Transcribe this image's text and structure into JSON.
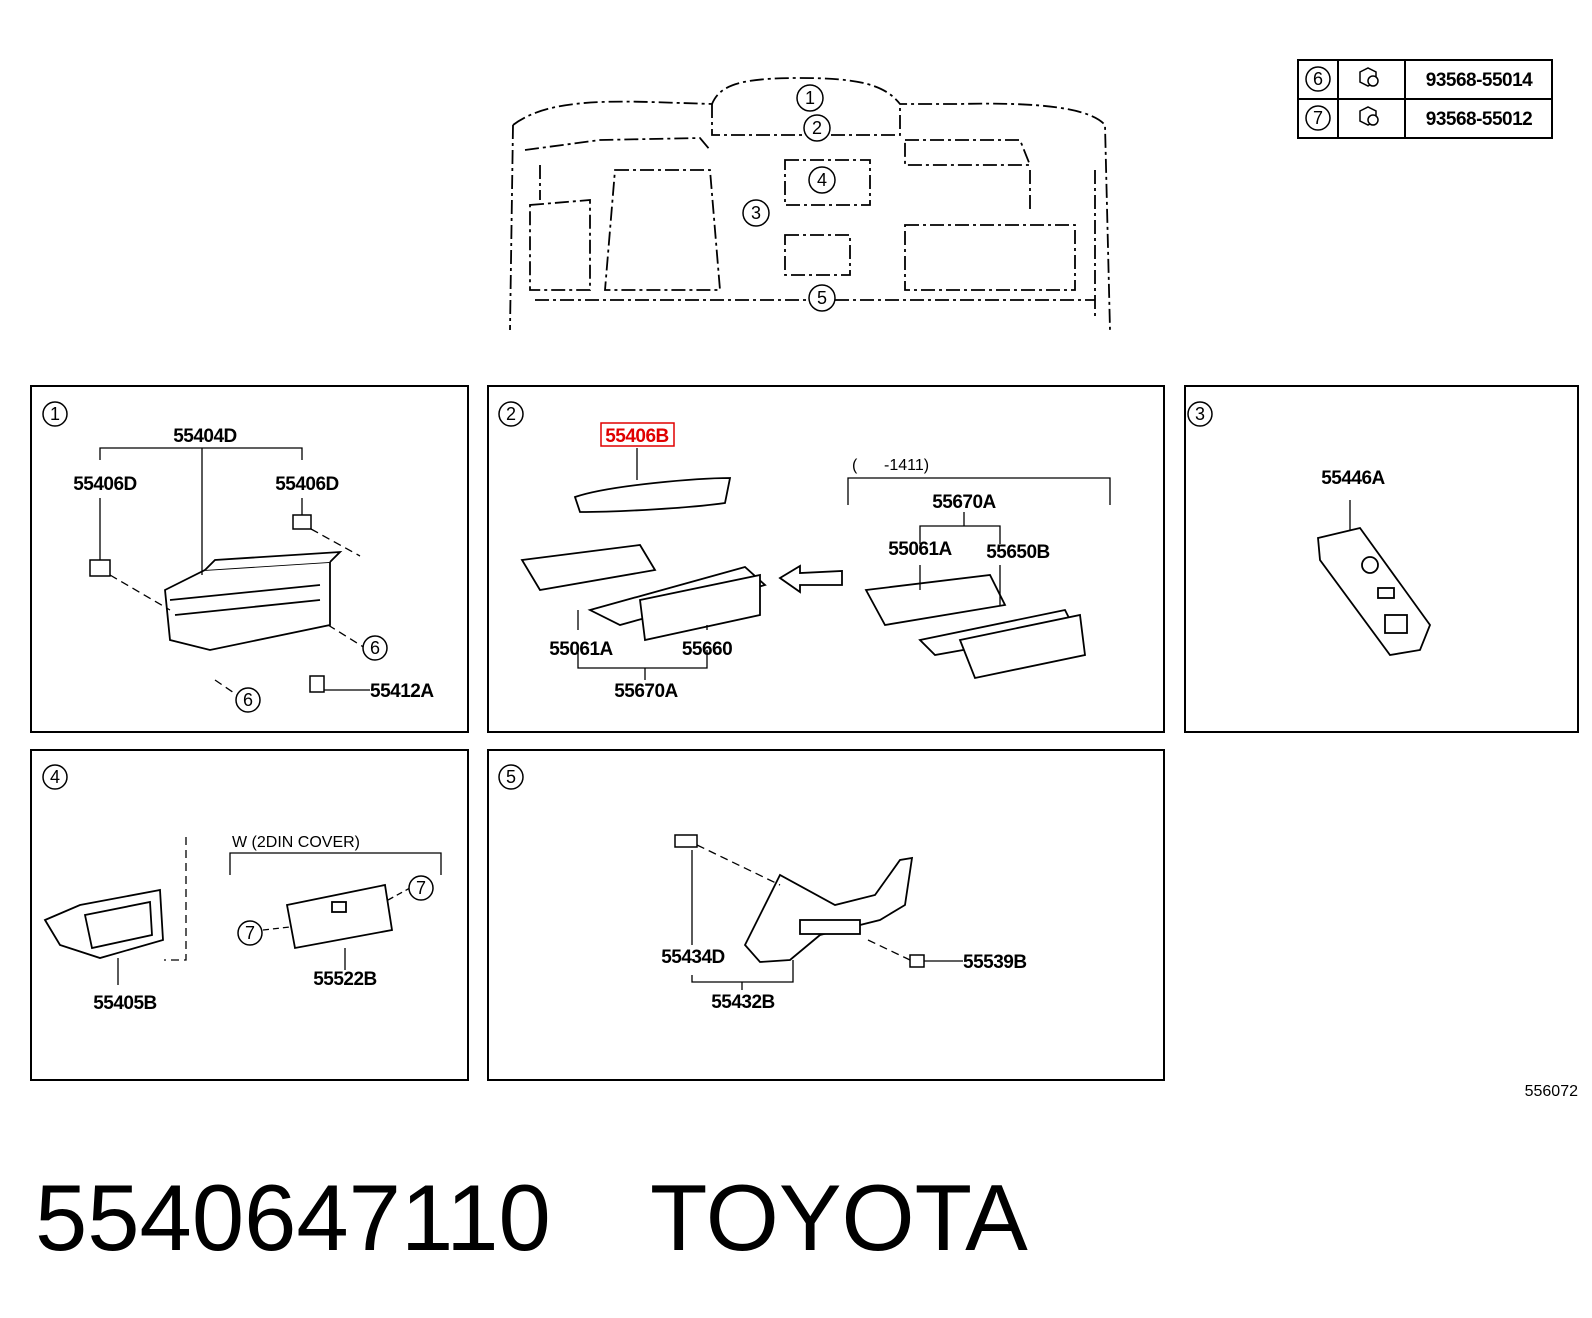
{
  "fastener_table": [
    {
      "ref": "6",
      "part": "93568-55014",
      "icon": "bolt-icon"
    },
    {
      "ref": "7",
      "part": "93568-55012",
      "icon": "bolt-icon"
    }
  ],
  "overview_refs": [
    "1",
    "2",
    "3",
    "4",
    "5"
  ],
  "panels": {
    "p1": {
      "ref": "1",
      "labels": {
        "top": "55404D",
        "left": "55406D",
        "right": "55406D",
        "bolt_ref_a": "6",
        "bolt_ref_b": "6",
        "clip": "55412A"
      }
    },
    "p2": {
      "ref": "2",
      "labels": {
        "cover": "55406B",
        "condition": "(      -1411)",
        "group_right": "55670A",
        "vent_right": "55061A",
        "panel_right": "55650B",
        "vent_left": "55061A",
        "panel_left": "55660",
        "group_left": "55670A"
      }
    },
    "p3": {
      "ref": "3",
      "labels": {
        "part": "55446A"
      }
    },
    "p4": {
      "ref": "4",
      "labels": {
        "note": "W (2DIN COVER)",
        "frame": "55405B",
        "cover": "55522B",
        "bolt_ref_a": "7",
        "bolt_ref_b": "7"
      }
    },
    "p5": {
      "ref": "5",
      "labels": {
        "bracket": "55434D",
        "assembly": "55432B",
        "clip": "55539B"
      }
    }
  },
  "diagram_id": "556072",
  "footer": {
    "part_number": "5540647110",
    "brand": "TOYOTA"
  },
  "highlight_color": "#e00000"
}
